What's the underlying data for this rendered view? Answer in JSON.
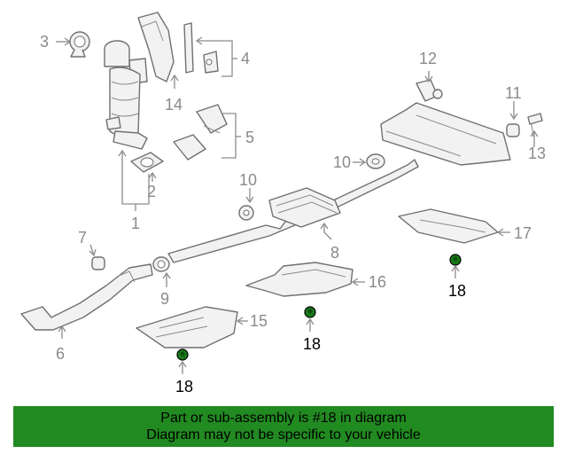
{
  "callouts": {
    "c1": "1",
    "c2": "2",
    "c3": "3",
    "c4": "4",
    "c5": "5",
    "c6": "6",
    "c7": "7",
    "c8": "8",
    "c9": "9",
    "c10": "10",
    "c11": "11",
    "c12": "12",
    "c13": "13",
    "c14": "14",
    "c15": "15",
    "c16": "16",
    "c17": "17",
    "c18a": "18",
    "c18b": "18",
    "c18c": "18"
  },
  "banner": {
    "line1": "Part or sub-assembly is #18 in diagram",
    "line2": "Diagram may not be specific to your vehicle"
  },
  "colors": {
    "banner_bg": "#218a21",
    "highlight_part": "#1a7a1a"
  }
}
